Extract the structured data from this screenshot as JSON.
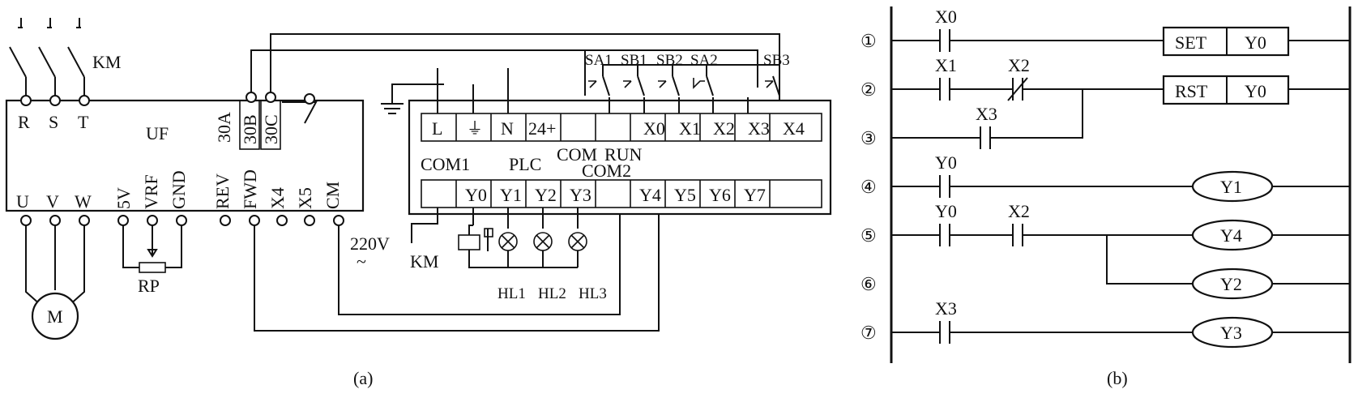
{
  "panel_a": {
    "caption": "(a)",
    "km_label": "KM",
    "supply_terminals": [
      "R",
      "S",
      "T"
    ],
    "vfd_label": "UF",
    "vfd_output_terminals": [
      "U",
      "V",
      "W"
    ],
    "vfd_control_terminals": [
      "5V",
      "VRF",
      "GND",
      "REV",
      "FWD",
      "X4",
      "X5",
      "CM"
    ],
    "relay_terminals": [
      "30A",
      "30B",
      "30C"
    ],
    "motor_label": "M",
    "pot_label": "RP",
    "switch_labels": [
      "SA1",
      "SB1",
      "SB2",
      "SA2",
      "SB3"
    ],
    "plc_top_terminals": [
      "L",
      "⏚",
      "N",
      "24+",
      "",
      "",
      "X0",
      "X1",
      "X2",
      "X3",
      "X4"
    ],
    "plc_label": "PLC",
    "com_label": "COM",
    "run_label": "RUN",
    "com1_label": "COM1",
    "com2_label": "COM2",
    "plc_bottom_terminals": [
      "",
      "Y0",
      "Y1",
      "Y2",
      "Y3",
      "",
      "Y4",
      "Y5",
      "Y6",
      "Y7",
      ""
    ],
    "supply_voltage": "220V",
    "supply_ac": "~",
    "coil_label": "KM",
    "lamp_labels": [
      "HL1",
      "HL2",
      "HL3"
    ]
  },
  "panel_b": {
    "caption": "(b)",
    "rungs": [
      {
        "number": "①",
        "contact": "X0",
        "instruction": "SET",
        "operand": "Y0"
      },
      {
        "number": "②",
        "contact": "X1",
        "series_nc": "X2",
        "instruction": "RST",
        "operand": "Y0"
      },
      {
        "number": "③",
        "contact": "X3"
      },
      {
        "number": "④",
        "contact": "Y0",
        "coil": "Y1"
      },
      {
        "number": "⑤",
        "contact": "Y0",
        "series_no": "X2",
        "coil": "Y4"
      },
      {
        "number": "⑥",
        "coil": "Y2"
      },
      {
        "number": "⑦",
        "contact": "X3",
        "coil": "Y3"
      }
    ]
  }
}
